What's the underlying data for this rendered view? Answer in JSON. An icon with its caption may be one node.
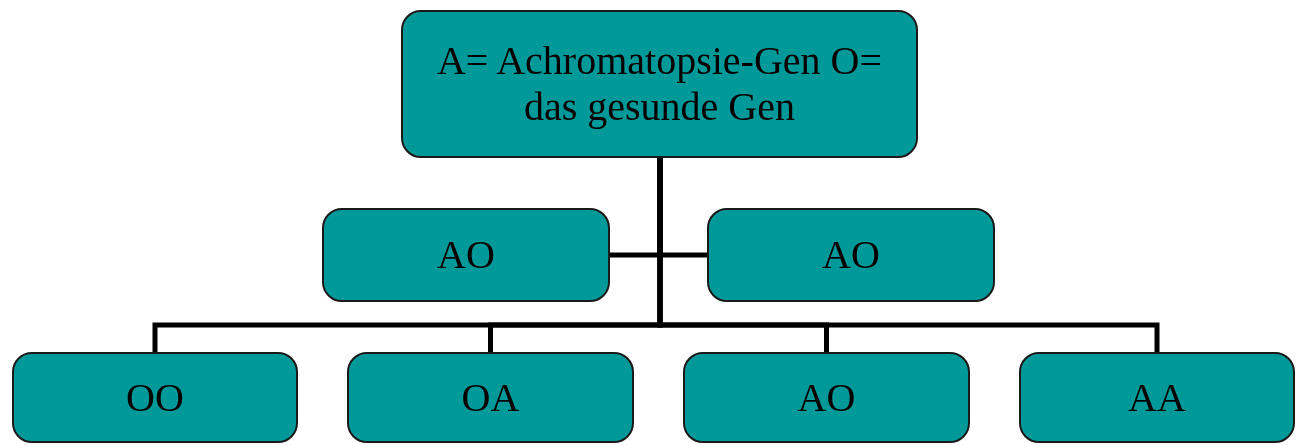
{
  "diagram": {
    "nodes": [
      {
        "text": [
          "A= Achromatopsie-Gen O= das gesunde Gen"
        ]
      },
      {
        "text": [
          "AO"
        ]
      },
      {
        "text": [
          "AO"
        ]
      },
      {
        "text": [
          "OO"
        ]
      },
      {
        "text": [
          "OA"
        ]
      },
      {
        "text": [
          "AO"
        ]
      },
      {
        "text": [
          "AA"
        ]
      }
    ],
    "edges": [
      {
        "from": 0,
        "to": 1,
        "arrow": "none"
      },
      {
        "from": 0,
        "to": 2,
        "arrow": "none"
      },
      {
        "from": 0,
        "to": 3,
        "arrow": "none"
      },
      {
        "from": 0,
        "to": 4,
        "arrow": "none"
      },
      {
        "from": 0,
        "to": 5,
        "arrow": "none"
      },
      {
        "from": 0,
        "to": 6,
        "arrow": "none"
      }
    ]
  }
}
